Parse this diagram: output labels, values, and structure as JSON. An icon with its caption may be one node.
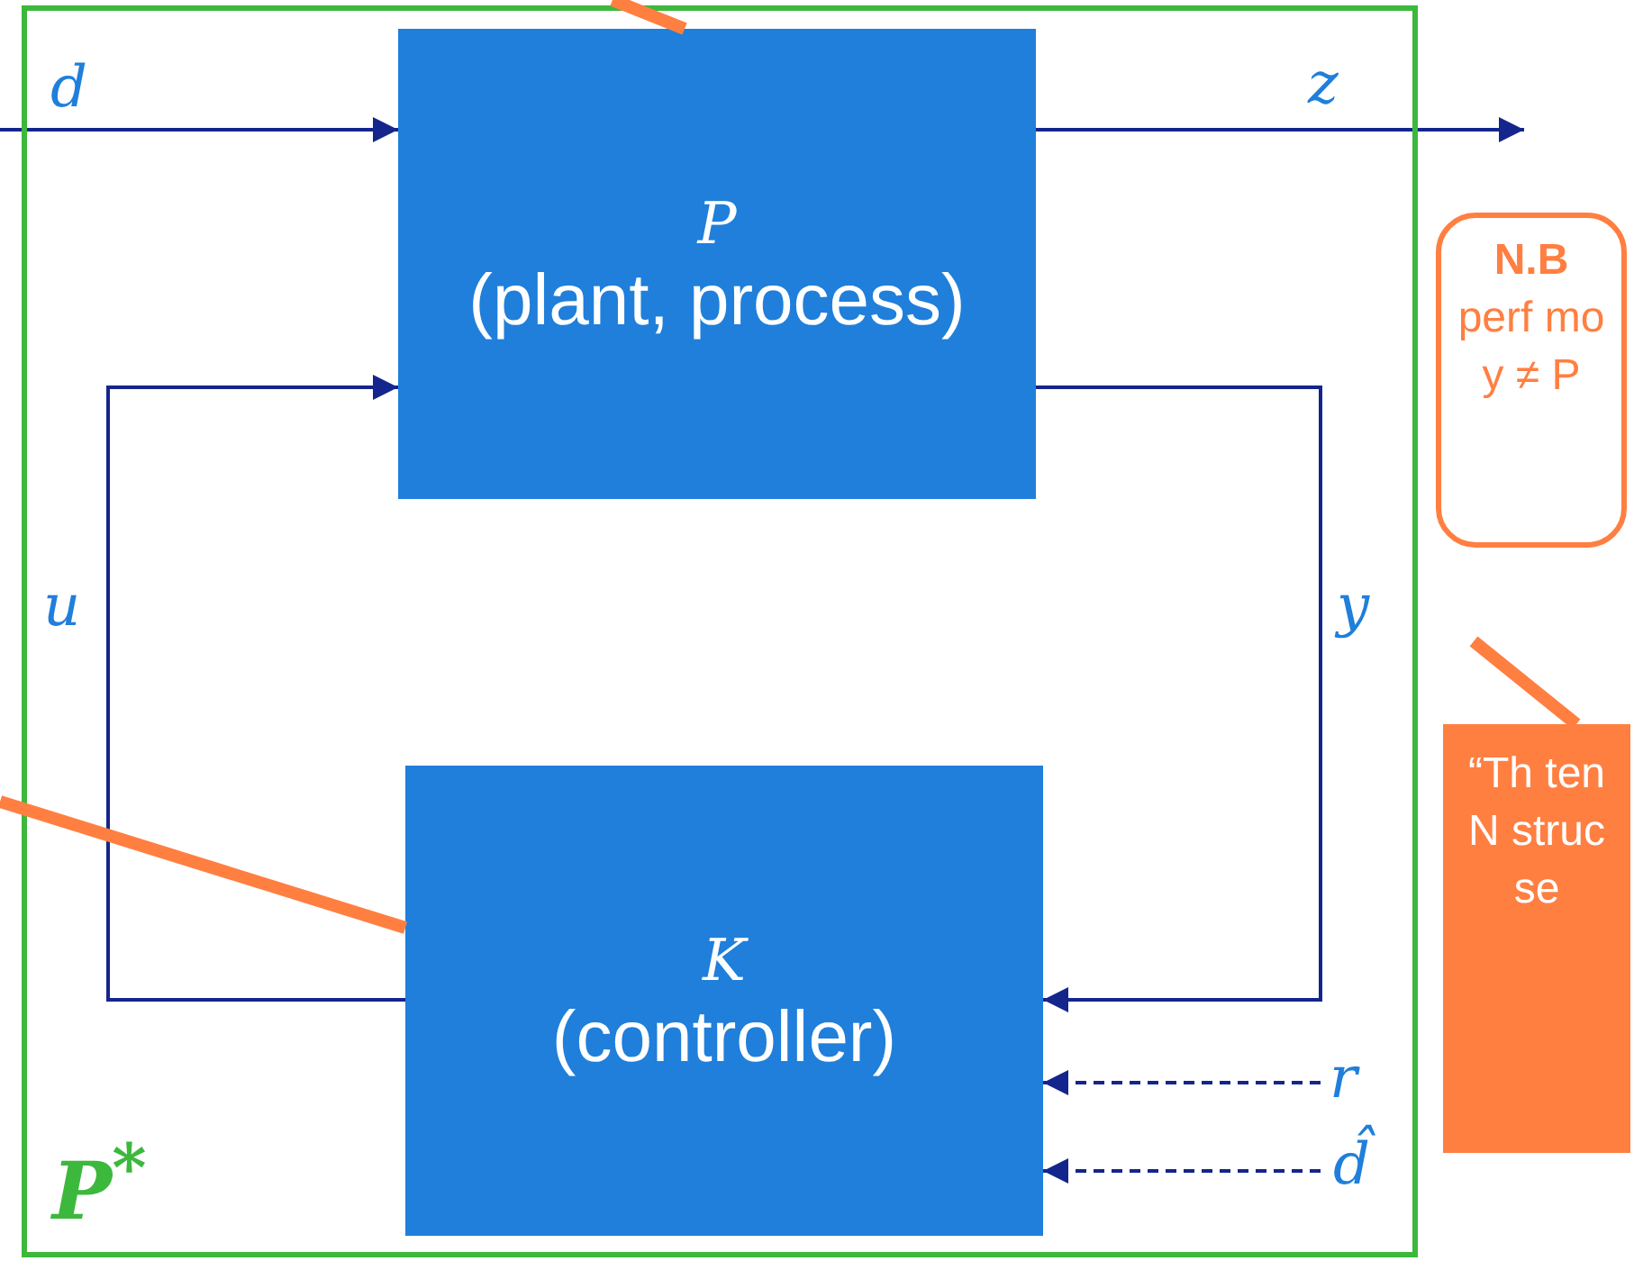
{
  "diagram": {
    "nodes": [
      {
        "text": [
          "P$^{*}$"
        ]
      },
      {
        "text": [
          "P",
          "(plant, process)"
        ],
        "in": 0
      },
      {
        "text": [
          "K",
          "(controller)"
        ],
        "in": 0
      },
      {
        "text": [
          "N.B",
          "perf mo y ≠ P"
        ]
      },
      {
        "text": [
          "“Th ten N struc se"
        ]
      }
    ],
    "edges": [
      {
        "from": null,
        "to": 1,
        "arrow": "to",
        "label": "d"
      },
      {
        "from": 1,
        "to": null,
        "arrow": "to",
        "label": "z"
      },
      {
        "from": 2,
        "to": 1,
        "arrow": "to",
        "label": "u"
      },
      {
        "from": 1,
        "to": 2,
        "arrow": "to",
        "label": "y"
      },
      {
        "from": null,
        "to": 2,
        "arrow": "to",
        "label": "r",
        "style": "dashed"
      },
      {
        "from": null,
        "to": 2,
        "arrow": "to",
        "label": "d̂",
        "style": "dashed"
      },
      {
        "from": null,
        "to": 1,
        "arrow": "none",
        "style": "thick",
        "color": "#ff7f41"
      },
      {
        "from": null,
        "to": 2,
        "arrow": "none",
        "style": "thick",
        "color": "#ff7f41"
      },
      {
        "from": 4,
        "to": null,
        "arrow": "none",
        "style": "thick",
        "color": "#ff7f41"
      }
    ]
  }
}
